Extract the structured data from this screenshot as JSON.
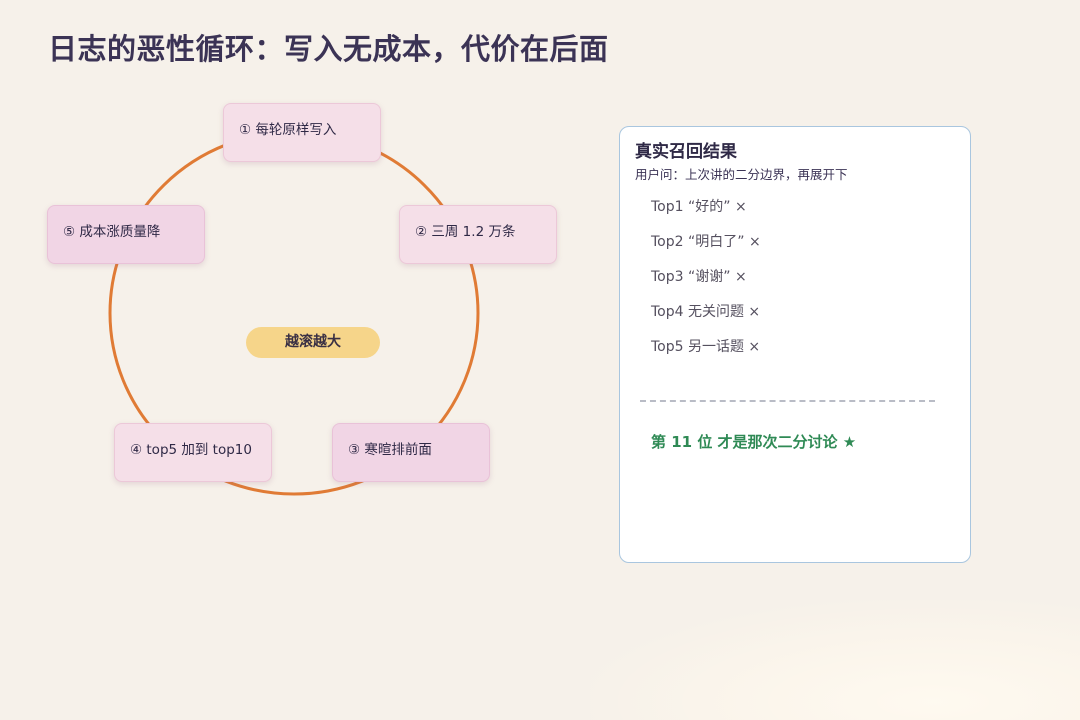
{
  "title": "日志的恶性循环：写入无成本，代价在后面",
  "cycle": {
    "center_label": "越滚越大",
    "line_color": "#e07b35",
    "steps": [
      {
        "label": "① 每轮原样写入"
      },
      {
        "label": "② 三周 1.2 万条"
      },
      {
        "label": "③ 寒暄排前面"
      },
      {
        "label": "④ top5 加到 top10"
      },
      {
        "label": "⑤ 成本涨质量降"
      }
    ]
  },
  "result_card": {
    "title": "真实召回结果",
    "question": "用户问：上次讲的二分边界，再展开下",
    "items": [
      "Top1 “好的” ×",
      "Top2 “明白了” ×",
      "Top3 “谢谢” ×",
      "Top4 无关问题 ×",
      "Top5 另一话题 ×"
    ],
    "answer": "第 11 位 才是那次二分讨论 ★",
    "answer_color": "#2f8a55",
    "border_color": "#a9c6df"
  },
  "colors": {
    "background": "#f6f1ea",
    "node_fill": "#f5dfe8",
    "pill_fill": "#f6d58a"
  }
}
